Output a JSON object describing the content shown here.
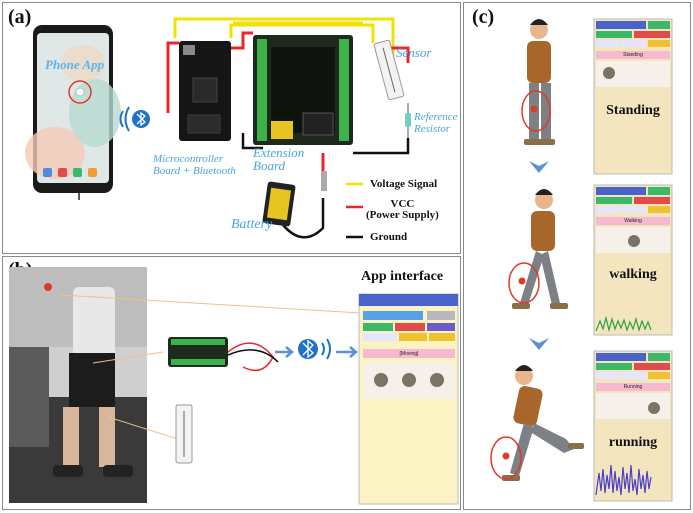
{
  "panels": {
    "a": {
      "label": "(a)"
    },
    "b": {
      "label": "(b)"
    },
    "c": {
      "label": "(c)"
    }
  },
  "panel_a": {
    "phone_app": "Phone App",
    "microcontroller": "Microcontroller\nBoard + Bluetooth",
    "extension_board": "Extension\nBoard",
    "sensor": "Sensor",
    "reference_resistor": "Reference\nResistor",
    "battery": "Battery",
    "legend": {
      "voltage_signal": "Voltage Signal",
      "vcc": "VCC\n(Power Supply)",
      "ground": "Ground"
    },
    "wire_colors": {
      "signal": "#f2e200",
      "vcc": "#e8262b",
      "ground": "#111111"
    }
  },
  "panel_b": {
    "app_interface": "App interface",
    "app_state": "[Moving]"
  },
  "panel_c": {
    "states": [
      {
        "label": "Standing",
        "small": "Standing"
      },
      {
        "label": "walking",
        "small": "Walking"
      },
      {
        "label": "running",
        "small": "Running"
      }
    ]
  },
  "colors": {
    "accent_blue": "#4aa3df",
    "bluetooth": "#1e73c9",
    "arrow": "#5b8fd6"
  }
}
